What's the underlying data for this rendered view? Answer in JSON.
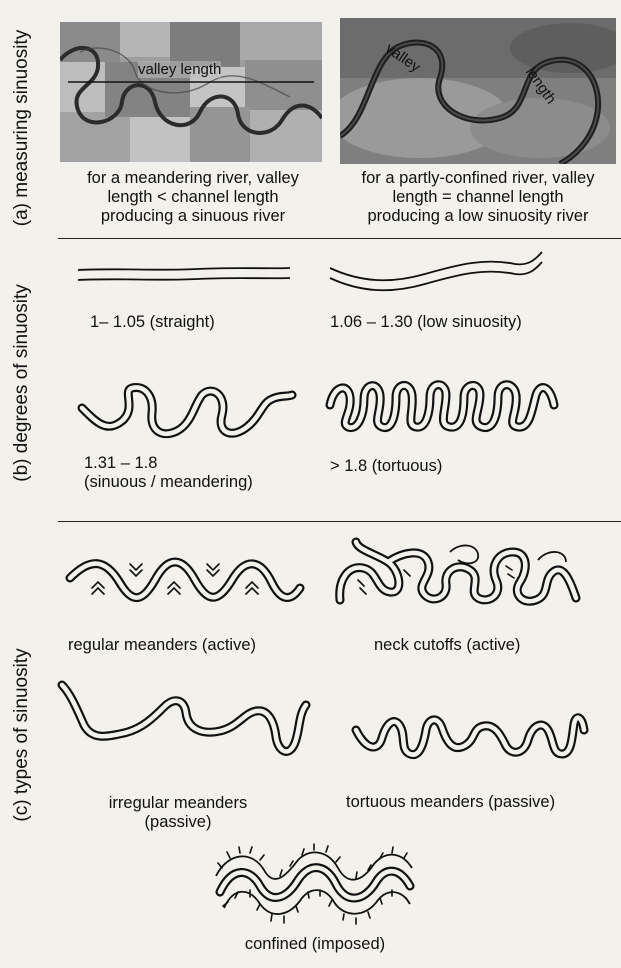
{
  "sections": {
    "a": {
      "label": "(a) measuring sinuosity"
    },
    "b": {
      "label": "(b) degrees of sinuosity"
    },
    "c": {
      "label": "(c) types of sinuosity"
    }
  },
  "measuring": {
    "left": {
      "photo_label": "valley length",
      "caption": [
        "for a meandering river, valley",
        "length < channel length",
        "producing a sinuous river"
      ]
    },
    "right": {
      "photo_label_1": "valley",
      "photo_label_2": "length",
      "caption": [
        "for a partly-confined river, valley",
        "length = channel length",
        "producing a low sinuosity river"
      ]
    }
  },
  "degrees": {
    "straight": {
      "label": "1– 1.05 (straight)"
    },
    "low": {
      "label": "1.06 – 1.30 (low sinuosity)"
    },
    "sinuous": {
      "line1": "1.31 – 1.8",
      "line2": "(sinuous / meandering)"
    },
    "tortuous": {
      "label": "> 1.8 (tortuous)"
    }
  },
  "types": {
    "regular": {
      "label": "regular meanders (active)"
    },
    "neck": {
      "label": "neck cutoffs (active)"
    },
    "irregular": {
      "line1": "irregular meanders",
      "line2": "(passive)"
    },
    "tortuous": {
      "label": "tortuous meanders (passive)"
    },
    "confined": {
      "label": "confined (imposed)"
    }
  },
  "colors": {
    "ink": "#111111",
    "paper": "#f3f1ec",
    "photo_dark": "#5a5a5a",
    "photo_light": "#b8b8b8"
  }
}
